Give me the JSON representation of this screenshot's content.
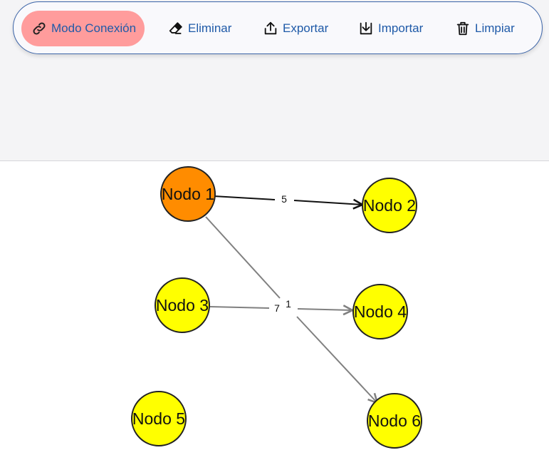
{
  "toolbar": {
    "buttons": [
      {
        "id": "connect",
        "label": "Modo Conexión",
        "icon": "link-icon",
        "active": true
      },
      {
        "id": "delete",
        "label": "Eliminar",
        "icon": "eraser-icon",
        "active": false
      },
      {
        "id": "export",
        "label": "Exportar",
        "icon": "upload-icon",
        "active": false
      },
      {
        "id": "import",
        "label": "Importar",
        "icon": "download-icon",
        "active": false
      },
      {
        "id": "clear",
        "label": "Limpiar",
        "icon": "trash-icon",
        "active": false
      }
    ]
  },
  "colors": {
    "accent": "#1f5aa8",
    "active_button_bg": "#ff9c9c",
    "selected_node": "#ff8c00",
    "node": "#ffff00",
    "edge_selected": "#111111",
    "edge": "#808080"
  },
  "graph": {
    "nodes": [
      {
        "id": "n1",
        "label": "Nodo 1",
        "selected": true
      },
      {
        "id": "n2",
        "label": "Nodo 2",
        "selected": false
      },
      {
        "id": "n3",
        "label": "Nodo 3",
        "selected": false
      },
      {
        "id": "n4",
        "label": "Nodo 4",
        "selected": false
      },
      {
        "id": "n5",
        "label": "Nodo 5",
        "selected": false
      },
      {
        "id": "n6",
        "label": "Nodo 6",
        "selected": false
      }
    ],
    "edges": [
      {
        "from": "n1",
        "to": "n2",
        "weight": "5",
        "selected": true
      },
      {
        "from": "n3",
        "to": "n4",
        "weight": "7",
        "selected": false
      },
      {
        "from": "n1",
        "to": "n6",
        "weight": "1",
        "selected": false
      }
    ]
  }
}
